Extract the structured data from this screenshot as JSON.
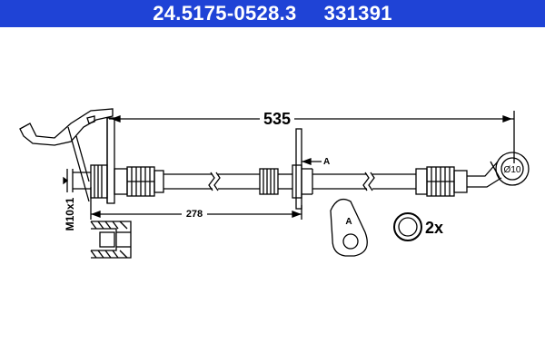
{
  "header": {
    "part_number": "24.5175-0528.3",
    "code": "331391"
  },
  "drawing": {
    "overall_length": "535",
    "partial_length": "278",
    "thread_label": "M10x1",
    "bore_label": "Ø10",
    "section_marker": "A",
    "detail_marker": "A",
    "quantity_label": "2x"
  }
}
